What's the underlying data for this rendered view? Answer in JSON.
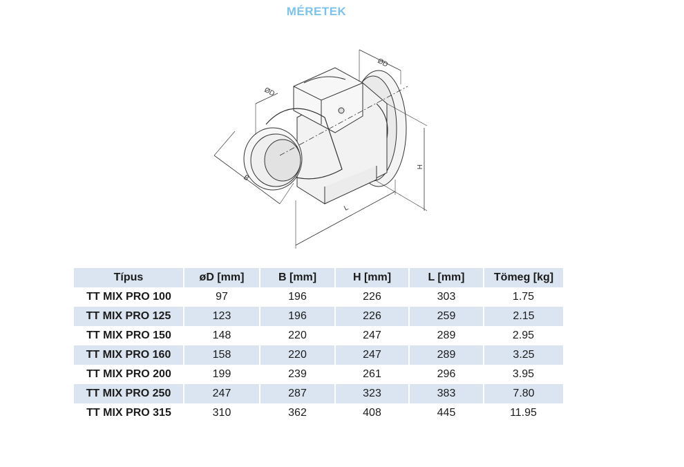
{
  "page": {
    "title": "MÉRETEK"
  },
  "drawing": {
    "labels": {
      "d_inlet": "ØD",
      "d_outlet": "ØD",
      "b": "B",
      "h": "H",
      "l": "L"
    }
  },
  "table": {
    "headers": [
      "Típus",
      "øD [mm]",
      "B [mm]",
      "H [mm]",
      "L [mm]",
      "Tömeg [kg]"
    ],
    "rows": [
      [
        "TT MIX PRO 100",
        "97",
        "196",
        "226",
        "303",
        "1.75"
      ],
      [
        "TT MIX PRO 125",
        "123",
        "196",
        "226",
        "259",
        "2.15"
      ],
      [
        "TT MIX PRO 150",
        "148",
        "220",
        "247",
        "289",
        "2.95"
      ],
      [
        "TT MIX PRO 160",
        "158",
        "220",
        "247",
        "289",
        "3.25"
      ],
      [
        "TT MIX PRO 200",
        "199",
        "239",
        "261",
        "296",
        "3.95"
      ],
      [
        "TT MIX PRO 250",
        "247",
        "287",
        "323",
        "383",
        "7.80"
      ],
      [
        "TT MIX PRO 315",
        "310",
        "362",
        "408",
        "445",
        "11.95"
      ]
    ]
  }
}
